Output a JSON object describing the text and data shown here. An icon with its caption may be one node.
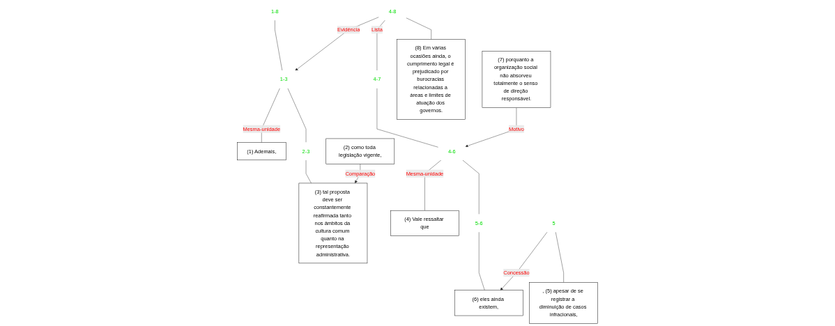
{
  "diagram": {
    "nodes": [
      {
        "text": [
          "1-8"
        ]
      },
      {
        "text": [
          "1-3"
        ]
      },
      {
        "text": [
          "4-8"
        ]
      },
      {
        "text": [
          "(1) Ademais,"
        ]
      },
      {
        "text": [
          "2-3"
        ]
      },
      {
        "text": [
          "4-7"
        ]
      },
      {
        "text": [
          "(8) Em várias ocasiões ainda, o cumprimento legal é prejudicado por burocracias relacionadas a áreas e limites de atuação dos governos."
        ]
      },
      {
        "text": [
          "(2) como toda legislação vigente,"
        ]
      },
      {
        "text": [
          "(3) tal proposta deve ser constantemente reafirmada tanto nos âmbitos da cultura comum quanto na representação administrativa."
        ]
      },
      {
        "text": [
          "4-6"
        ]
      },
      {
        "text": [
          "(7) porquanto a organização social não absorveu totalmente o senso de direção responsável."
        ]
      },
      {
        "text": [
          "(4) Vale ressaltar que"
        ]
      },
      {
        "text": [
          "5-6"
        ]
      },
      {
        "text": [
          "5"
        ]
      },
      {
        "text": [
          "(6) eles ainda existem,"
        ]
      },
      {
        "text": [
          ", (5) apesar de se registrar a diminuição de casos infracionais,"
        ]
      }
    ],
    "edges": [
      {
        "from": 0,
        "to": 1,
        "arrow": "none"
      },
      {
        "from": 2,
        "to": 1,
        "arrow": "to",
        "label": "Evidência"
      },
      {
        "from": 1,
        "to": 3,
        "arrow": "none",
        "label": "Mesma-unidade"
      },
      {
        "from": 1,
        "to": 4,
        "arrow": "none"
      },
      {
        "from": 4,
        "to": 8,
        "arrow": "none"
      },
      {
        "from": 7,
        "to": 8,
        "arrow": "to",
        "label": "Comparação"
      },
      {
        "from": 2,
        "to": 5,
        "arrow": "none",
        "label": "Lista"
      },
      {
        "from": 2,
        "to": 6,
        "arrow": "none"
      },
      {
        "from": 5,
        "to": 9,
        "arrow": "none"
      },
      {
        "from": 10,
        "to": 9,
        "arrow": "to",
        "label": "Motivo"
      },
      {
        "from": 9,
        "to": 11,
        "arrow": "none",
        "label": "Mesma-unidade"
      },
      {
        "from": 9,
        "to": 12,
        "arrow": "none"
      },
      {
        "from": 12,
        "to": 14,
        "arrow": "none"
      },
      {
        "from": 13,
        "to": 14,
        "arrow": "to",
        "label": "Concessão"
      },
      {
        "from": 13,
        "to": 15,
        "arrow": "none"
      }
    ]
  }
}
